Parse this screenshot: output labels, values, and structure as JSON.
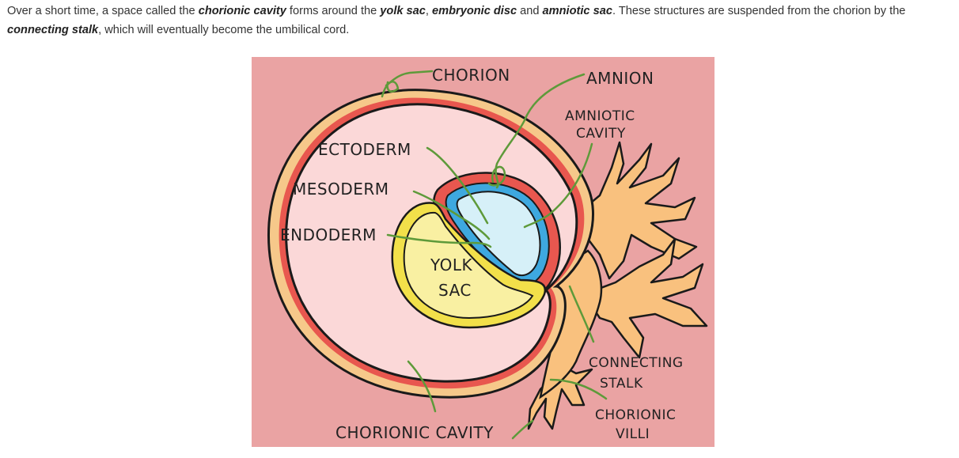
{
  "paragraph": {
    "t1": "Over a short time, a space called the ",
    "b1": "chorionic cavity",
    "t2": " forms around the ",
    "b2": "yolk sac",
    "t3": ", ",
    "b3": "embryonic disc",
    "t4": " and ",
    "b4": "amniotic sac",
    "t5": ". These structures are suspended from the chorion by the ",
    "b5": "connecting stalk",
    "t6": ", which will eventually become the umbilical cord."
  },
  "diagram": {
    "labels": {
      "chorion": "CHORION",
      "amnion": "AMNION",
      "amniotic_cavity_1": "AMNIOTIC",
      "amniotic_cavity_2": "CAVITY",
      "ectoderm": "ECTODERM",
      "mesoderm": "MESODERM",
      "endoderm": "ENDODERM",
      "yolk_1": "YOLK",
      "yolk_2": "SAC",
      "connecting_1": "CONNECTING",
      "connecting_2": "STALK",
      "villi_1": "CHORIONIC",
      "villi_2": "VILLI",
      "chorionic_cavity": "CHORIONIC CAVITY"
    },
    "colors": {
      "background": "#eaa3a3",
      "cavity": "#fbd8d8",
      "chorion_layer": "#f6c88a",
      "mesoderm_red": "#e8574f",
      "amniotic_fluid": "#d6f0f8",
      "ectoderm_blue": "#3ea8df",
      "yolk": "#f9f0a2",
      "endoderm_yellow": "#f2e04a",
      "stalk": "#f9c17e",
      "pointer": "#5e9a3a"
    }
  }
}
